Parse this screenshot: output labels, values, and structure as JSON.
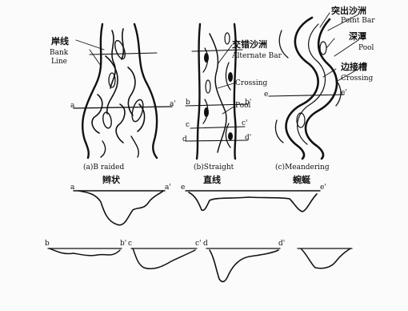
{
  "labels": {
    "braided_cn": "岸线",
    "braided_en1": "Bank",
    "braided_en2": "Line",
    "straight_bar_cn": "交错沙洲",
    "straight_bar_en": "Alternate Bar",
    "straight_crossing": "Crossing",
    "straight_pool": "Pool",
    "meander_bar_cn": "突出沙洲",
    "meander_bar_en": "Point Bar",
    "meander_pool_cn": "深潭",
    "meander_pool_en": "Pool",
    "meander_cross_cn": "边接槽",
    "meander_cross_en": "Crossing"
  },
  "captions": {
    "a_en": "(a)B raided",
    "a_cn": "辫状",
    "b_en": "(b)Straight",
    "b_cn": "直线",
    "c_en": "(c)Meandering",
    "c_cn": "蜿蜒"
  },
  "section_marks": {
    "a": "a",
    "b": "b",
    "c": "c",
    "d": "d",
    "e": "e",
    "a1": "a'",
    "b1": "b'",
    "c1": "c'",
    "d1": "d'",
    "e1": "e'"
  }
}
